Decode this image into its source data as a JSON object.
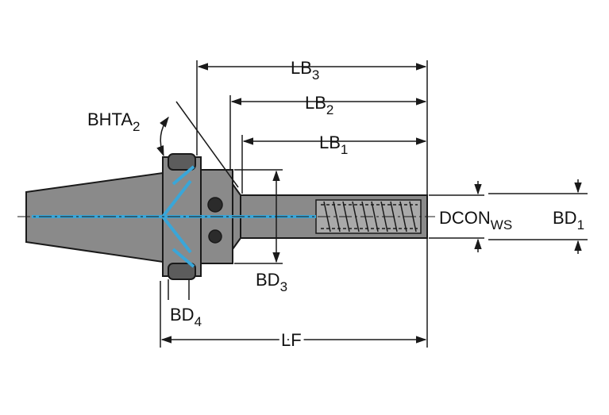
{
  "diagram": {
    "colors": {
      "line": "#1a1a1a",
      "body": "#8a8a8a",
      "body_light": "#a9a9a9",
      "body_dark": "#5c5c5c",
      "coolant": "#3aa6d8",
      "background": "#ffffff"
    },
    "labels": {
      "lb3": {
        "main": "LB",
        "sub": "3"
      },
      "lb2": {
        "main": "LB",
        "sub": "2"
      },
      "lb1": {
        "main": "LB",
        "sub": "1"
      },
      "bhta2": {
        "main": "BHTA",
        "sub": "2"
      },
      "dcon": {
        "main": "DCON",
        "sub": "WS"
      },
      "bd1": {
        "main": "BD",
        "sub": "1"
      },
      "bd3": {
        "main": "BD",
        "sub": "3"
      },
      "bd4": {
        "main": "BD",
        "sub": "4"
      },
      "lf": {
        "main": "LF",
        "sub": ""
      }
    }
  }
}
